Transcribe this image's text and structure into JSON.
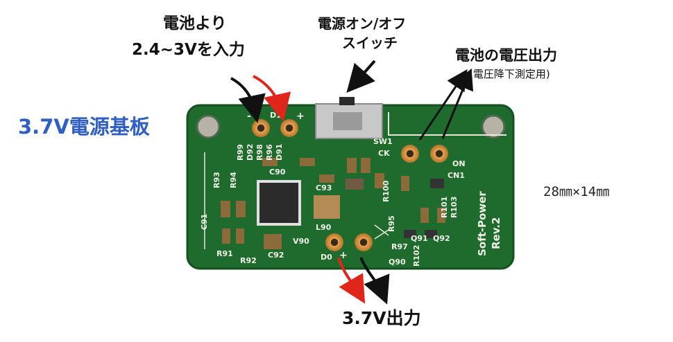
{
  "title": "3.7V電源基板",
  "annotations": {
    "input_line1": "電池より",
    "input_line2": "2.4~3Vを入力",
    "switch_line1": "電源オン/オフ",
    "switch_line2": "スイッチ",
    "battery_monitor": "電池の電圧出力",
    "battery_monitor_sub": "(電圧降下測定用)",
    "output": "3.7V出力",
    "dimensions": "28㎜×14㎜"
  },
  "board_markings": {
    "designators": [
      "R99",
      "D92",
      "R98",
      "R96",
      "D91",
      "C90",
      "R93",
      "R94",
      "C93",
      "C91",
      "L90",
      "V90",
      "C92",
      "R91",
      "R92",
      "R95",
      "R97",
      "Q91",
      "Q90",
      "R100",
      "R102",
      "R101",
      "R103",
      "Q92",
      "SW1",
      "CK",
      "ON",
      "CN1"
    ],
    "silk_text": [
      "Soft-Power",
      "Rev.2"
    ],
    "top_connector": "D1",
    "bottom_connector": "D0",
    "polarity_minus": "-",
    "polarity_plus": "+"
  },
  "colors": {
    "title": "#2f5fc2",
    "pcb": "#1f6b2d",
    "arrow_red": "#e0261b",
    "arrow_black": "#111111"
  }
}
